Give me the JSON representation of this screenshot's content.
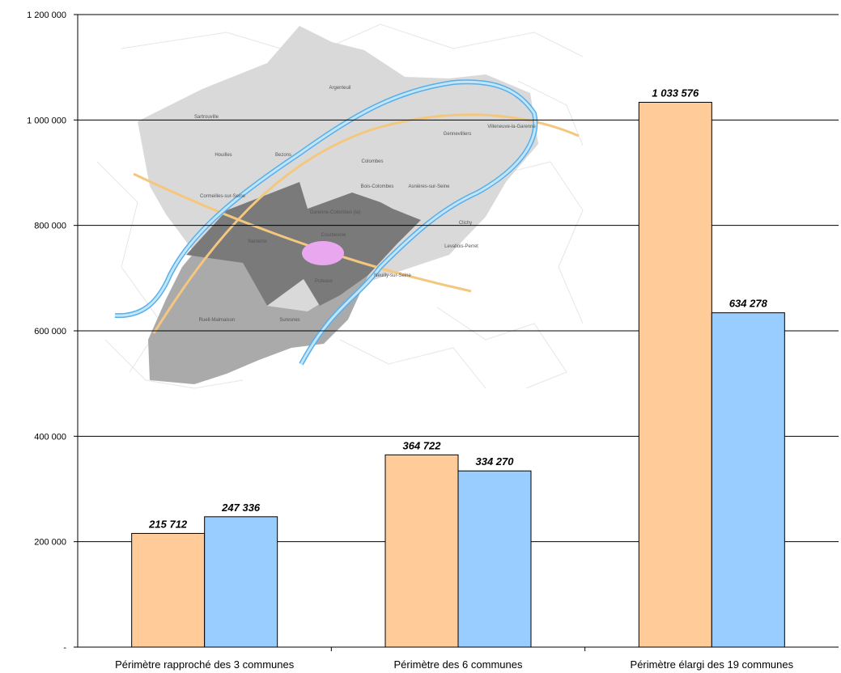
{
  "chart_data": {
    "type": "bar",
    "title": "",
    "xlabel": "",
    "ylabel": "",
    "ylim": [
      0,
      1200000
    ],
    "yticks": [
      0,
      200000,
      400000,
      600000,
      800000,
      1000000,
      1200000
    ],
    "ytick_labels": [
      "-",
      "200 000",
      "400 000",
      "600 000",
      "800 000",
      "1 000 000",
      "1 200 000"
    ],
    "categories": [
      "Périmètre rapproché des 3 communes",
      "Périmètre des 6 communes",
      "Périmètre élargi des 19 communes"
    ],
    "series": [
      {
        "values": [
          215712,
          364722,
          1033576
        ],
        "labels": [
          "215 712",
          "364 722",
          "1 033 576"
        ],
        "color": "#ffcc99"
      },
      {
        "values": [
          247336,
          334270,
          634278
        ],
        "labels": [
          "247 336",
          "334 270",
          "634 278"
        ],
        "color": "#99ccff"
      }
    ],
    "grid": true,
    "legend": "none"
  },
  "map": {
    "labels": [
      "Argenteuil",
      "Sartrouville",
      "Houilles",
      "Bezons",
      "Colombes",
      "Gennevilliers",
      "Villeneuve-la-Garenne",
      "Cormeilles-sur-Seine",
      "Bois-Colombes",
      "Asnières-sur-Seine",
      "Garenne-Colombes (la)",
      "Courbevoie",
      "Nanterre",
      "Clichy",
      "Levallois-Perret",
      "Puteaux",
      "Neuilly-sur-Seine",
      "Rueil-Malmaison",
      "Suresnes"
    ],
    "colors": {
      "outer": "#d9d9d9",
      "middle": "#aaaaaa",
      "inner": "#7a7a7a",
      "river": "#8ecff5",
      "route": "#f5c77e",
      "center": "#e9a7ef"
    }
  }
}
